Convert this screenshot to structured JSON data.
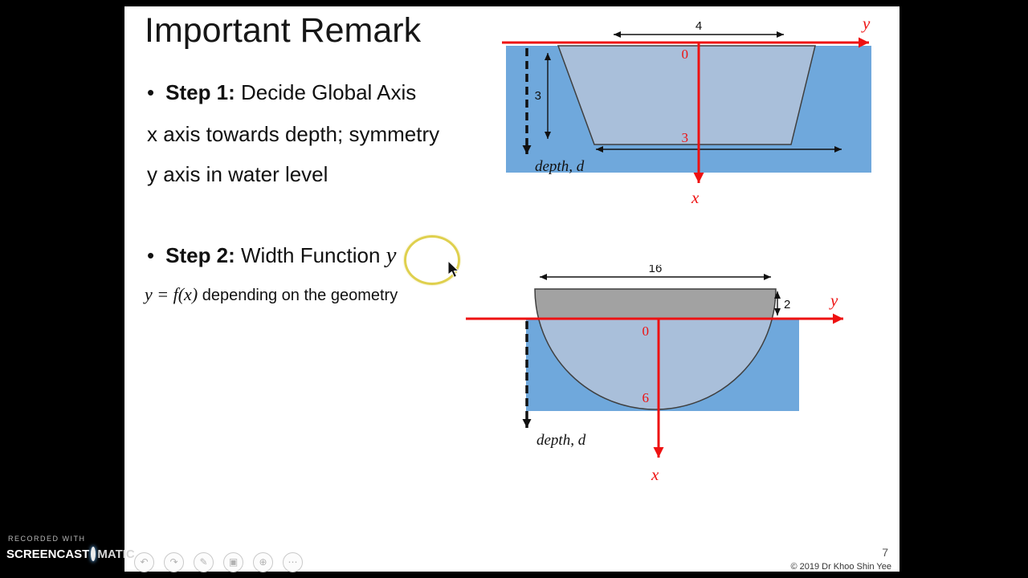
{
  "slide": {
    "title": "Important Remark",
    "bullet": "•",
    "step1_label": "Step 1:",
    "step1_text": " Decide Global Axis",
    "step1_line2": "x axis towards depth; symmetry",
    "step1_line3": "y axis in water level",
    "step2_label": "Step 2:",
    "step2_text": " Width Function ",
    "step2_math": "y",
    "step2_sub_math": "y = f(x)",
    "step2_sub_text": " depending on the geometry",
    "page_number": "7",
    "copyright": "© 2019 Dr Khoo Shin Yee"
  },
  "diagram_trapezoid": {
    "top_width": "4",
    "left_height": "3",
    "origin_label": "0",
    "depth_value": "3",
    "y_axis_label": "y",
    "x_axis_label": "x",
    "depth_label": "depth, d"
  },
  "diagram_semicircle": {
    "top_width": "16",
    "above_water": "2",
    "origin_label": "0",
    "depth_value": "6",
    "y_axis_label": "y",
    "x_axis_label": "x",
    "depth_label": "depth, d"
  },
  "watermark": {
    "recorded_with": "RECORDED WITH",
    "brand_left": "SCREENCAST",
    "brand_right": "MATIC"
  },
  "controls": {
    "icons": [
      {
        "name": "undo",
        "glyph": "↶"
      },
      {
        "name": "redo",
        "glyph": "↷"
      },
      {
        "name": "pen",
        "glyph": "✎"
      },
      {
        "name": "copy",
        "glyph": "▣"
      },
      {
        "name": "zoom",
        "glyph": "⊕"
      },
      {
        "name": "more",
        "glyph": "⋯"
      }
    ]
  },
  "colors": {
    "water_blue": "#6FA8DC",
    "plate_fill": "#A9BFDA",
    "gray_fill": "#A2A2A2",
    "axis_red": "#EE1111",
    "highlight_yellow": "#DFD04E"
  }
}
